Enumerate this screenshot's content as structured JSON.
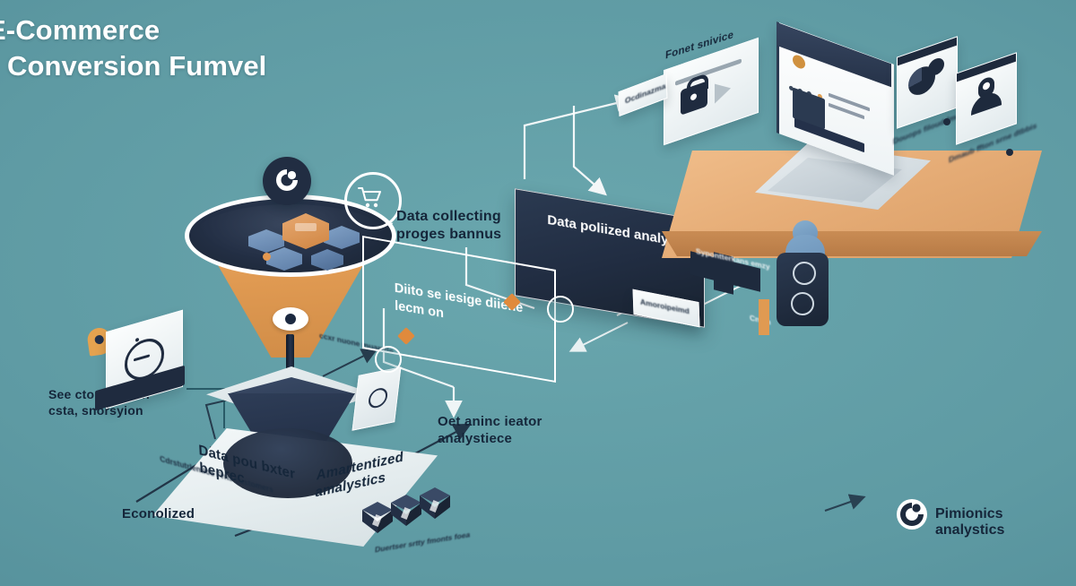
{
  "meta": {
    "background_color": "#5d9aa4",
    "accent_orange": "#e09a52",
    "dark_navy": "#1e2a3d",
    "white": "#ffffff"
  },
  "title": {
    "line1": "E-Commerce",
    "line2": "Conversion Fumvel"
  },
  "labels": {
    "data_collecting": "Data collecting\nproges bannus",
    "panel_analytics": "Data poliized\nanalystics",
    "flowcard": "Diito se iesige\ndiiene lecm on",
    "selection": "See cton bration\ncsta, snorsyion",
    "online_analytics": "Oet aninc ieator\nanalystiece",
    "platform_left": "Data pou bxter\nbeprec",
    "platform_right": "Amartentized\namalystics",
    "econolized": "Econolized",
    "econolized_sub": "Cdrstutrlentios\nFrns customers",
    "forget_service": "Fonet snivice",
    "chip_small": "Ocdinazma",
    "chip_mid": "Amoroipeimd",
    "card_pie_caption": "Douops\nfiloud fmosg",
    "card_user_caption": "Dmaub\nffton srne dtbbis",
    "right_strip": "Sypontterkans\nemzy",
    "right_small": "Cnsm",
    "cubes_caption": "Duertser srtty\nfmonts foea",
    "mini_card_note": "ccxr\nnuone\nmuanvte"
  },
  "logo": {
    "text": "Pimionics analystics",
    "mark": "swirl-icon"
  },
  "icons": {
    "cart": "shopping-cart-icon",
    "swirl": "swirl-badge-icon",
    "lock": "lock-icon",
    "pie": "pie-chart-icon",
    "person_pin": "person-location-icon",
    "chat": "chat-bubble-icon",
    "map_pin": "map-pin-icon"
  }
}
